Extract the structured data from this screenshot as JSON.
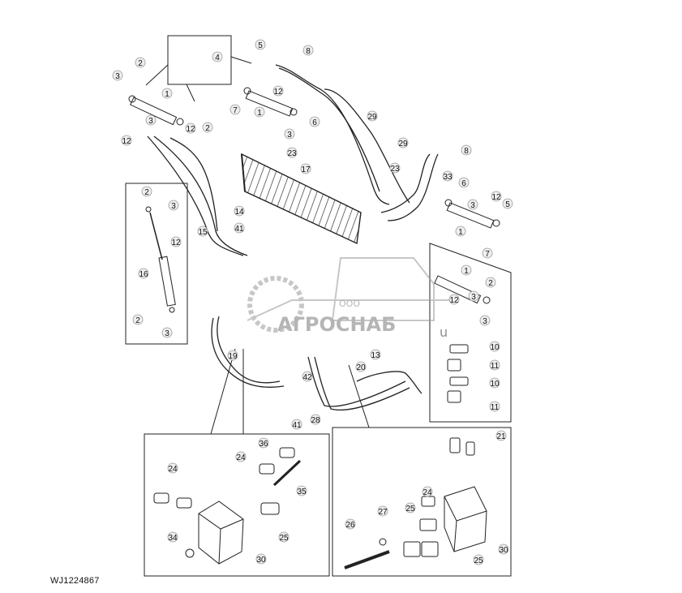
{
  "diagram": {
    "reference_code": "WJ1224867",
    "callouts": {
      "c1a": "1",
      "c1b": "1",
      "c1c": "1",
      "c1d": "1",
      "c2a": "2",
      "c2b": "2",
      "c2c": "2",
      "c2d": "2",
      "c2e": "2",
      "c3a": "3",
      "c3b": "3",
      "c3c": "3",
      "c3d": "3",
      "c3e": "3",
      "c3f": "3",
      "c3g": "3",
      "c3h": "3",
      "c4": "4",
      "c5a": "5",
      "c5b": "5",
      "c6a": "6",
      "c6b": "6",
      "c7a": "7",
      "c7b": "7",
      "c8a": "8",
      "c8b": "8",
      "c10a": "10",
      "c10b": "10",
      "c11a": "11",
      "c11b": "11",
      "c12a": "12",
      "c12b": "12",
      "c12c": "12",
      "c12d": "12",
      "c12e": "12",
      "c12f": "12",
      "c13": "13",
      "c14": "14",
      "c15": "15",
      "c16": "16",
      "c17": "17",
      "c19": "19",
      "c20": "20",
      "c21": "21",
      "c23a": "23",
      "c23b": "23",
      "c24a": "24",
      "c24b": "24",
      "c24c": "24",
      "c25a": "25",
      "c25b": "25",
      "c25c": "25",
      "c26": "26",
      "c27": "27",
      "c28": "28",
      "c29a": "29",
      "c29b": "29",
      "c30a": "30",
      "c30b": "30",
      "c33": "33",
      "c34": "34",
      "c35": "35",
      "c36": "36",
      "c41a": "41",
      "c41b": "41",
      "c42": "42"
    }
  },
  "watermark": {
    "company_prefix": "ООО",
    "company_name": "АГРОСНАБ",
    "suffix": "u"
  },
  "colors": {
    "line": "#222222",
    "callout_fill": "#eeeeee",
    "watermark": "#9a9a9a"
  }
}
